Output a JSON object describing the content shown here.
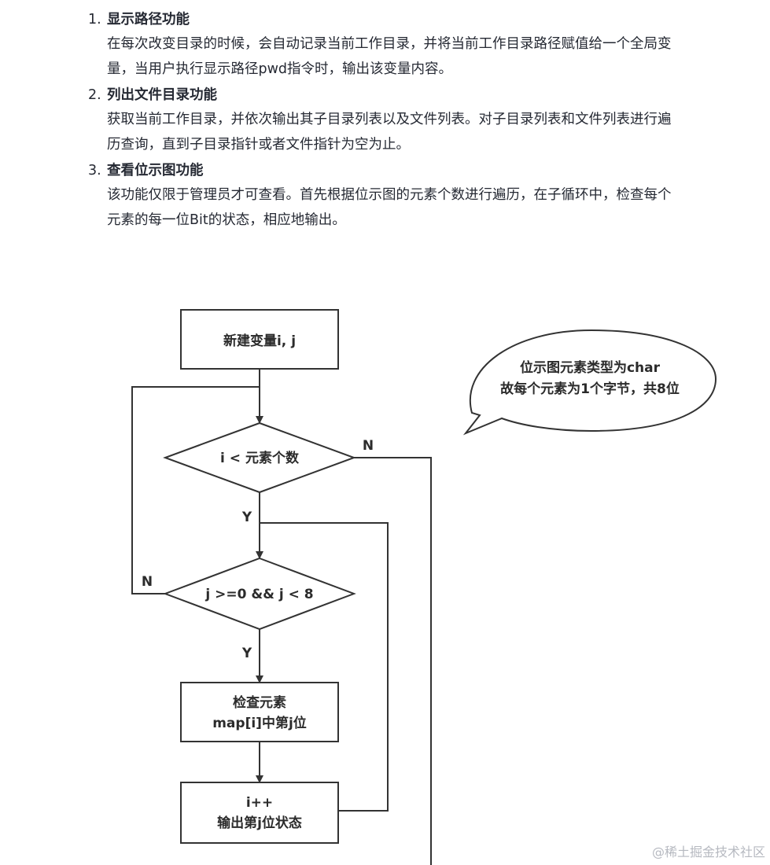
{
  "article": {
    "items": [
      {
        "number": "1.",
        "title": "显示路径功能",
        "lines": [
          "在每次改变目录的时候，会自动记录当前工作目录，并将当前工作目录路径赋值给一个全局变",
          "量，当用户执行显示路径pwd指令时，输出该变量内容。"
        ]
      },
      {
        "number": "2.",
        "title": "列出文件目录功能",
        "lines": [
          "获取当前工作目录，并依次输出其子目录列表以及文件列表。对子目录列表和文件列表进行遍",
          "历查询，直到子目录指针或者文件指针为空为止。"
        ]
      },
      {
        "number": "3.",
        "title": "查看位示图功能",
        "lines": [
          "该功能仅限于管理员才可查看。首先根据位示图的元素个数进行遍历，在子循环中，检查每个",
          "元素的每一位Bit的状态，相应地输出。"
        ]
      }
    ]
  },
  "flowchart": {
    "start_box": "新建变量i, j",
    "outer_condition": "i < 元素个数",
    "inner_condition": "j >=0 && j < 8",
    "check_box": [
      "检查元素",
      "map[i]中第j位"
    ],
    "output_box": [
      "i++",
      "输出第j位状态"
    ],
    "label_outer_no": "N",
    "label_outer_yes": "Y",
    "label_inner_no": "N",
    "label_inner_yes": "Y",
    "callout": [
      "位示图元素类型为char",
      "故每个元素为1个字节，共8位"
    ]
  },
  "watermark": "@稀土掘金技术社区"
}
